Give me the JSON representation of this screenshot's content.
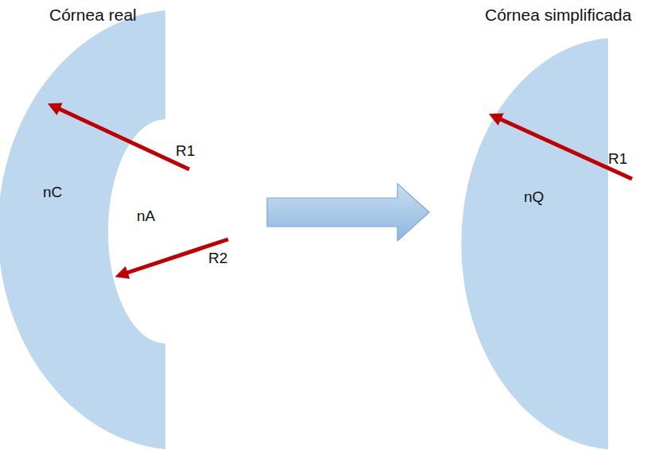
{
  "diagram": {
    "labels": [
      "Córnea real",
      "Córnea simplificada",
      "R1",
      "nC",
      "nA",
      "R2",
      "R1",
      "nQ"
    ]
  }
}
